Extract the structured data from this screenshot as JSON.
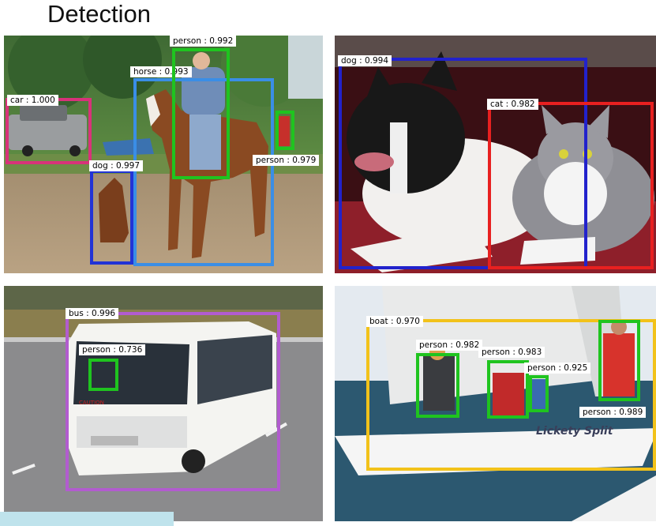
{
  "header": {
    "title": "Detection"
  },
  "colors": {
    "car": "#d8327a",
    "horse": "#3a8ee6",
    "person": "#1fc41f",
    "dog_small": "#2233d6",
    "dog": "#2222cc",
    "cat": "#e82020",
    "bus": "#b25ccf",
    "boat": "#f2c21a"
  },
  "panels": {
    "horse_scene": {
      "detections": [
        {
          "label": "car : 1.000",
          "icon": "bounding-box"
        },
        {
          "label": "horse : 0.993",
          "icon": "bounding-box"
        },
        {
          "label": "person : 0.992",
          "icon": "bounding-box"
        },
        {
          "label": "dog : 0.997",
          "icon": "bounding-box"
        },
        {
          "label": "person : 0.979",
          "icon": "bounding-box"
        }
      ]
    },
    "pets_scene": {
      "detections": [
        {
          "label": "dog : 0.994",
          "icon": "bounding-box"
        },
        {
          "label": "cat : 0.982",
          "icon": "bounding-box"
        }
      ]
    },
    "bus_scene": {
      "detections": [
        {
          "label": "bus : 0.996",
          "icon": "bounding-box"
        },
        {
          "label": "person : 0.736",
          "icon": "bounding-box"
        }
      ],
      "bus_text": "CAUTION"
    },
    "boat_scene": {
      "detections": [
        {
          "label": "boat : 0.970",
          "icon": "bounding-box"
        },
        {
          "label": "person : 0.982",
          "icon": "bounding-box"
        },
        {
          "label": "person : 0.983",
          "icon": "bounding-box"
        },
        {
          "label": "person : 0.925",
          "icon": "bounding-box"
        },
        {
          "label": "person : 0.989",
          "icon": "bounding-box"
        }
      ],
      "hull_text": "Lickety Split"
    }
  }
}
